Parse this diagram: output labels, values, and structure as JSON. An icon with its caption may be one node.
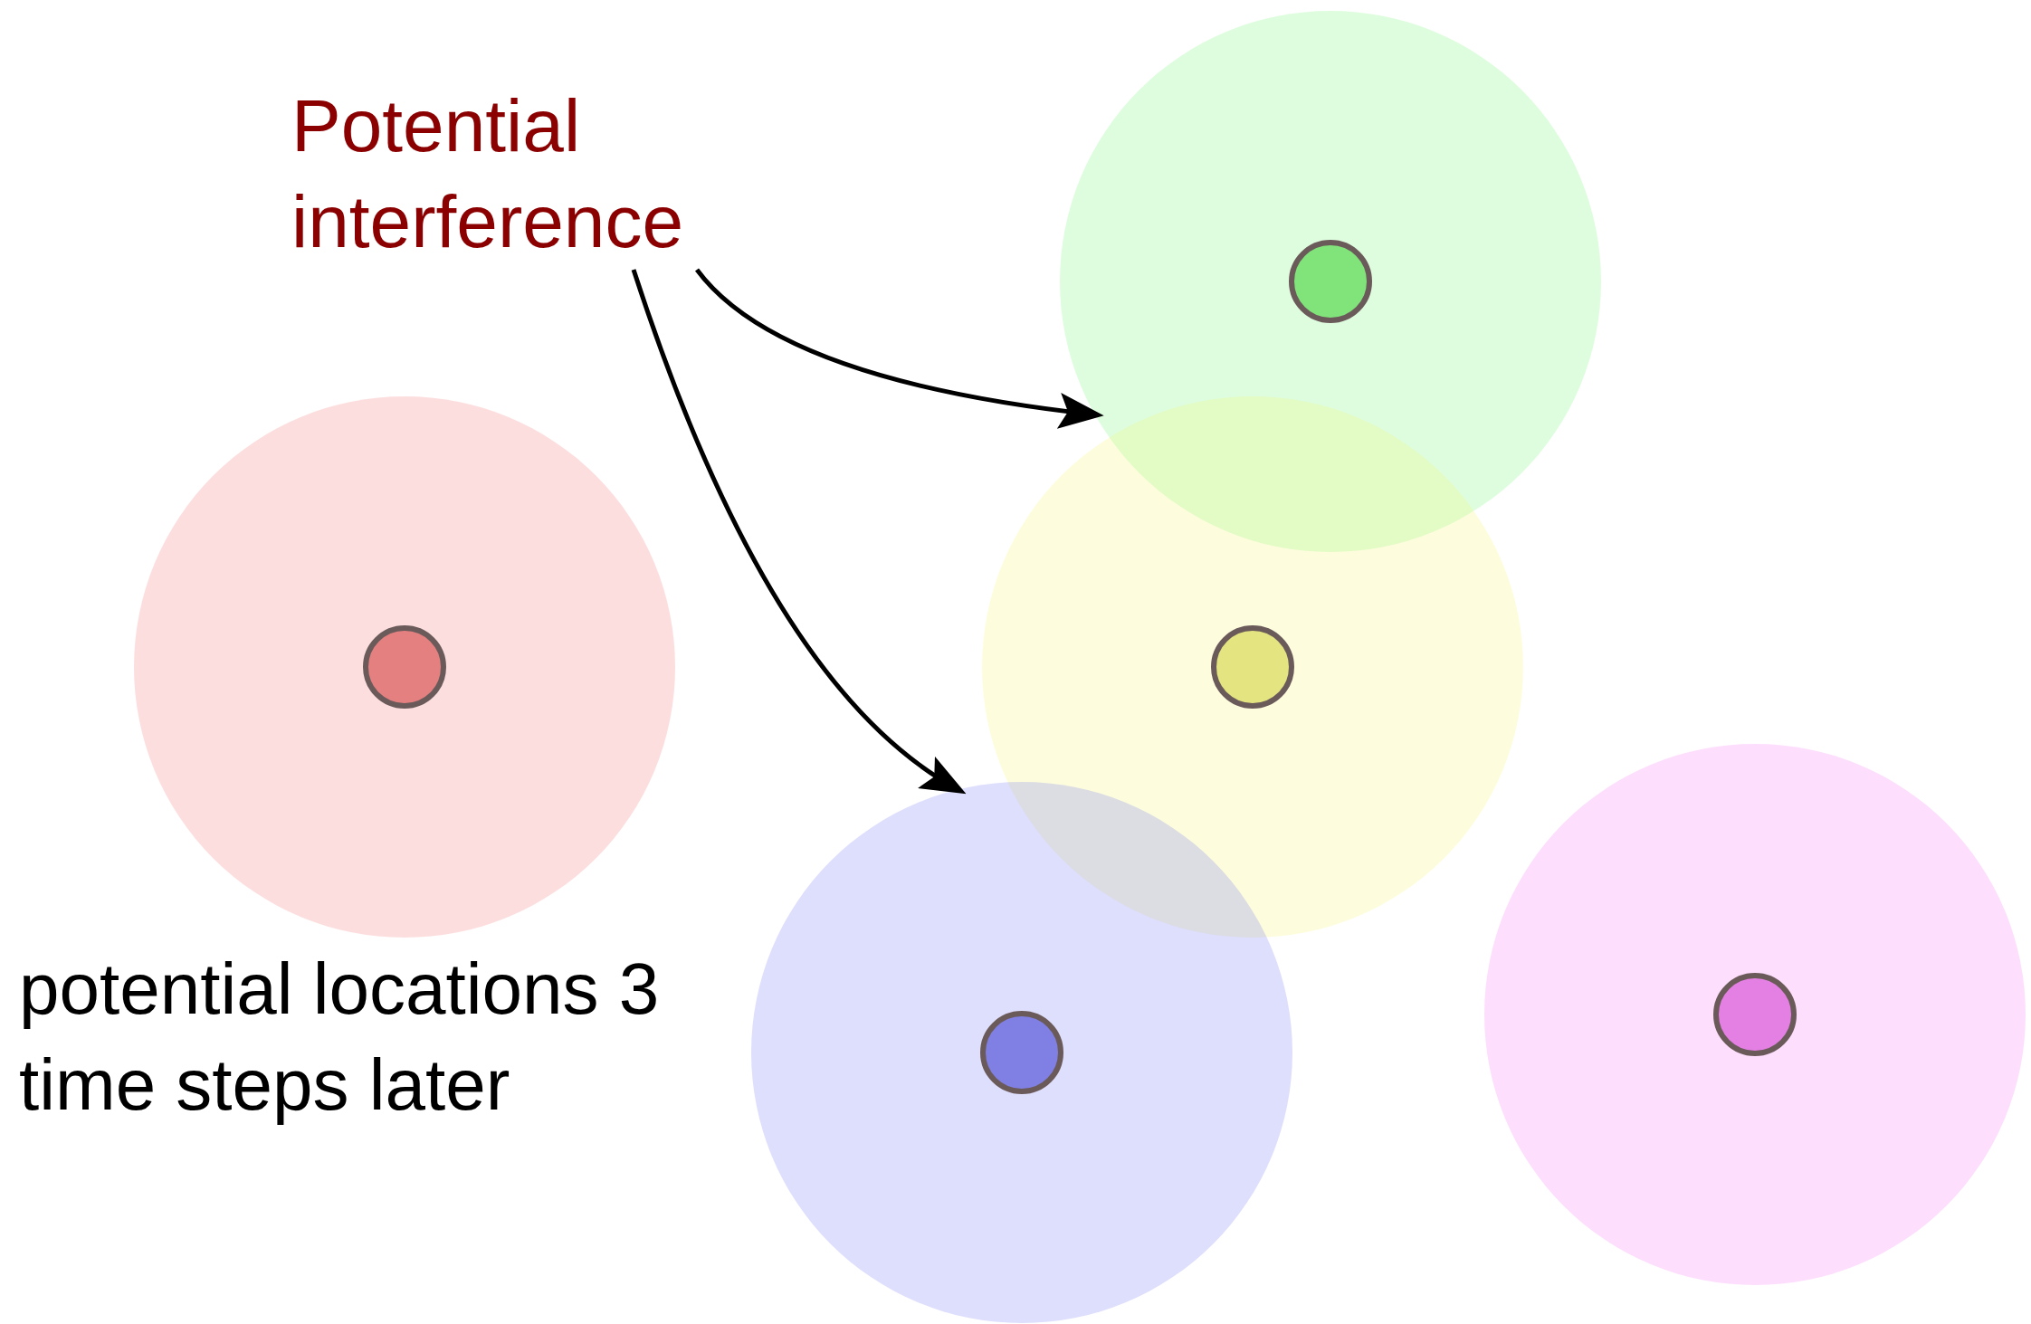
{
  "diagram": {
    "nodes": [
      {
        "text": [
          "Potential interference"
        ]
      },
      {
        "text": [],
        "shape": "circle"
      },
      {
        "text": [],
        "shape": "circle",
        "in": 1
      },
      {
        "text": [],
        "shape": "circle"
      },
      {
        "text": [],
        "shape": "circle",
        "in": 3
      },
      {
        "text": [],
        "shape": "circle"
      },
      {
        "text": [],
        "shape": "circle",
        "in": 5
      },
      {
        "text": [],
        "shape": "circle"
      },
      {
        "text": [],
        "shape": "circle",
        "in": 7
      },
      {
        "text": [],
        "shape": "circle"
      },
      {
        "text": [],
        "shape": "circle",
        "in": 9
      }
    ],
    "edges": [
      {
        "from": 0,
        "to": 1,
        "arrow": "to"
      },
      {
        "from": 0,
        "to": 9,
        "arrow": "to"
      }
    ],
    "labels": [
      "potential locations 3 time steps later"
    ]
  }
}
